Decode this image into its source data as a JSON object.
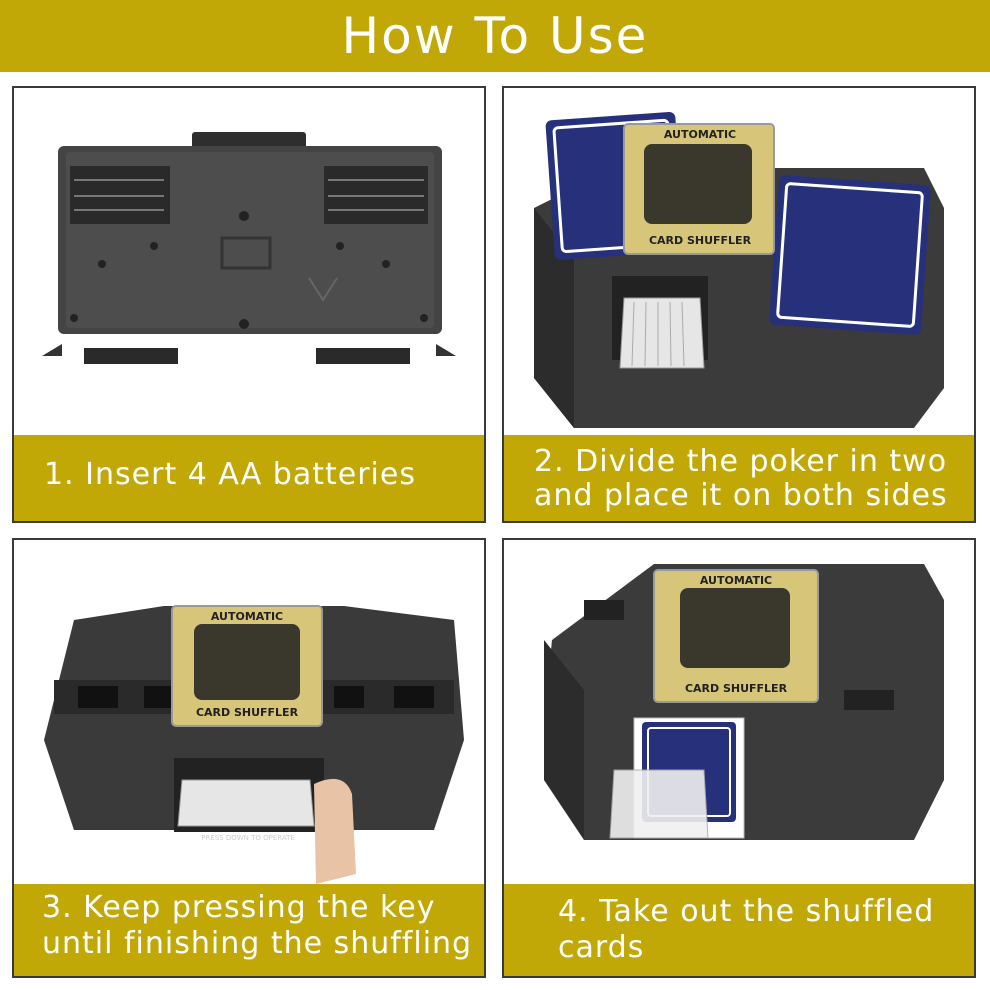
{
  "header": {
    "title": "How To Use"
  },
  "steps": [
    {
      "caption": "1. Insert 4 AA batteries"
    },
    {
      "caption": "2. Divide the poker in two\nand place it on both sides"
    },
    {
      "caption": "3. Keep pressing the key\nuntil finishing the shuffling"
    },
    {
      "caption": "4. Take out the shuffled\ncards"
    }
  ],
  "device": {
    "label_top": "AUTOMATIC",
    "label_bottom": "CARD SHUFFLER",
    "press_text": "PRESS DOWN TO OPERATE"
  },
  "colors": {
    "accent": "#c2a806",
    "device": "#3b3b3b",
    "card_back": "#27307a"
  }
}
